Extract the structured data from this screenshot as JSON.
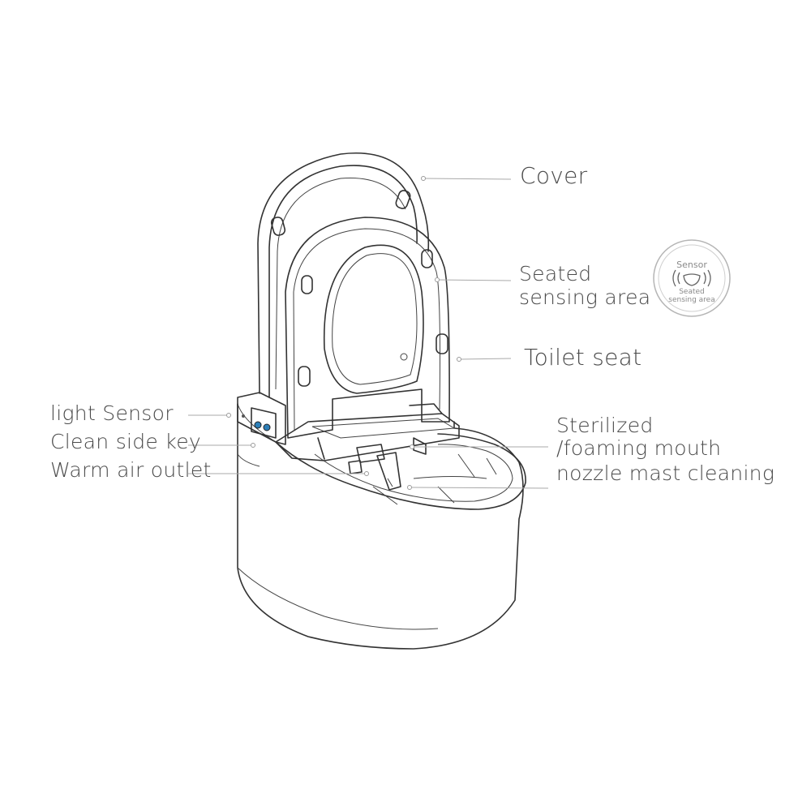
{
  "labels": {
    "cover": "Cover",
    "seated_sensing_area": [
      "Seated",
      "sensing area"
    ],
    "toilet_seat": "Toilet seat",
    "light_sensor": "light Sensor",
    "clean_side_key": "Clean side key",
    "warm_air_outlet": "Warm air outlet",
    "sterilized": [
      "Sterilized",
      "/foaming mouth"
    ],
    "nozzle_cleaning": "nozzle mast cleaning"
  },
  "sensor_badge": {
    "title": "Sensor",
    "caption": [
      "Seated",
      "sensing area"
    ]
  }
}
